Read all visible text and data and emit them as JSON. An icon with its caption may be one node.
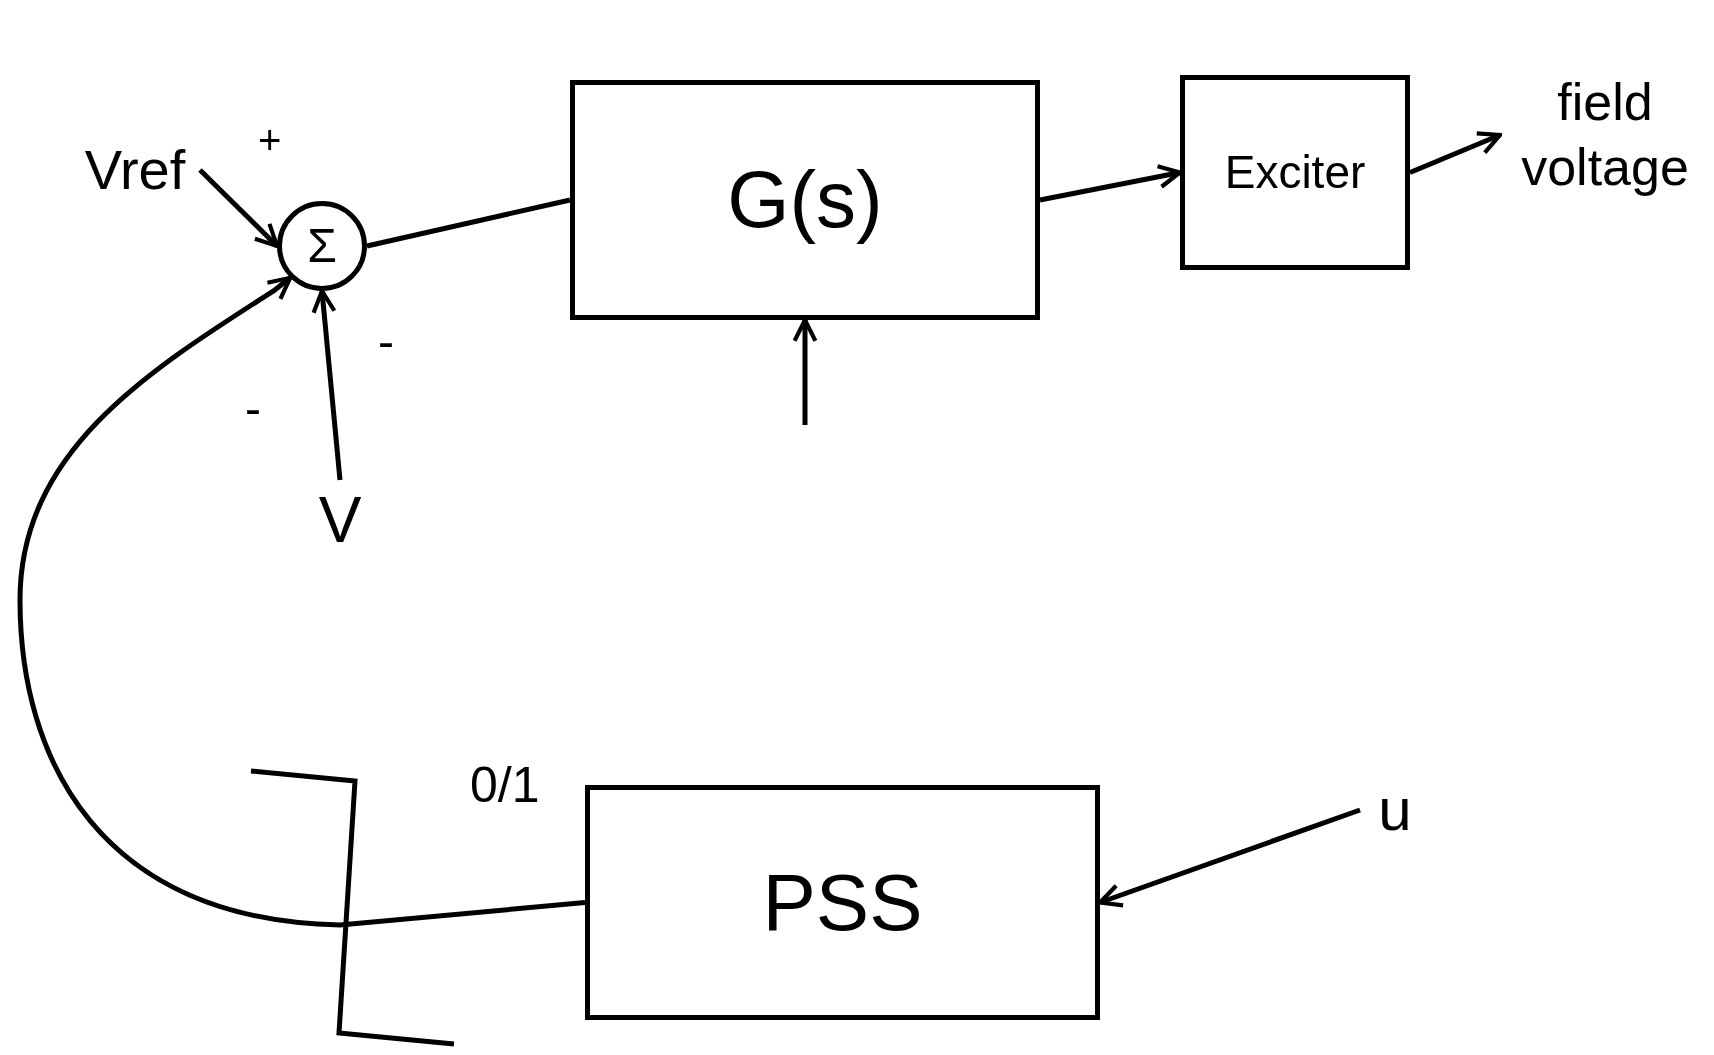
{
  "diagram": {
    "nodes": [
      {
        "text": [
          "Vref"
        ]
      },
      {
        "text": [
          "Σ"
        ]
      },
      {
        "text": [
          "G(s)"
        ]
      },
      {
        "text": [
          "Exciter"
        ]
      },
      {
        "text": [
          "field voltage"
        ]
      },
      {
        "text": [
          "V"
        ]
      },
      {
        "text": [
          "PSS"
        ]
      },
      {
        "text": [
          "u"
        ]
      }
    ],
    "edges": [
      {
        "from": 0,
        "to": 1,
        "arrow": "to"
      },
      {
        "from": 1,
        "to": 2,
        "arrow": "none"
      },
      {
        "from": 2,
        "to": 3,
        "arrow": "to"
      },
      {
        "from": 3,
        "to": 4,
        "arrow": "to"
      },
      {
        "from": 5,
        "to": 1,
        "arrow": "to"
      },
      {
        "from": null,
        "to": 2,
        "arrow": "to"
      },
      {
        "from": 6,
        "to": 1,
        "arrow": "to"
      },
      {
        "from": 7,
        "to": 6,
        "arrow": "to"
      }
    ],
    "labels": [
      "+",
      "-",
      "-",
      "0/1"
    ]
  }
}
